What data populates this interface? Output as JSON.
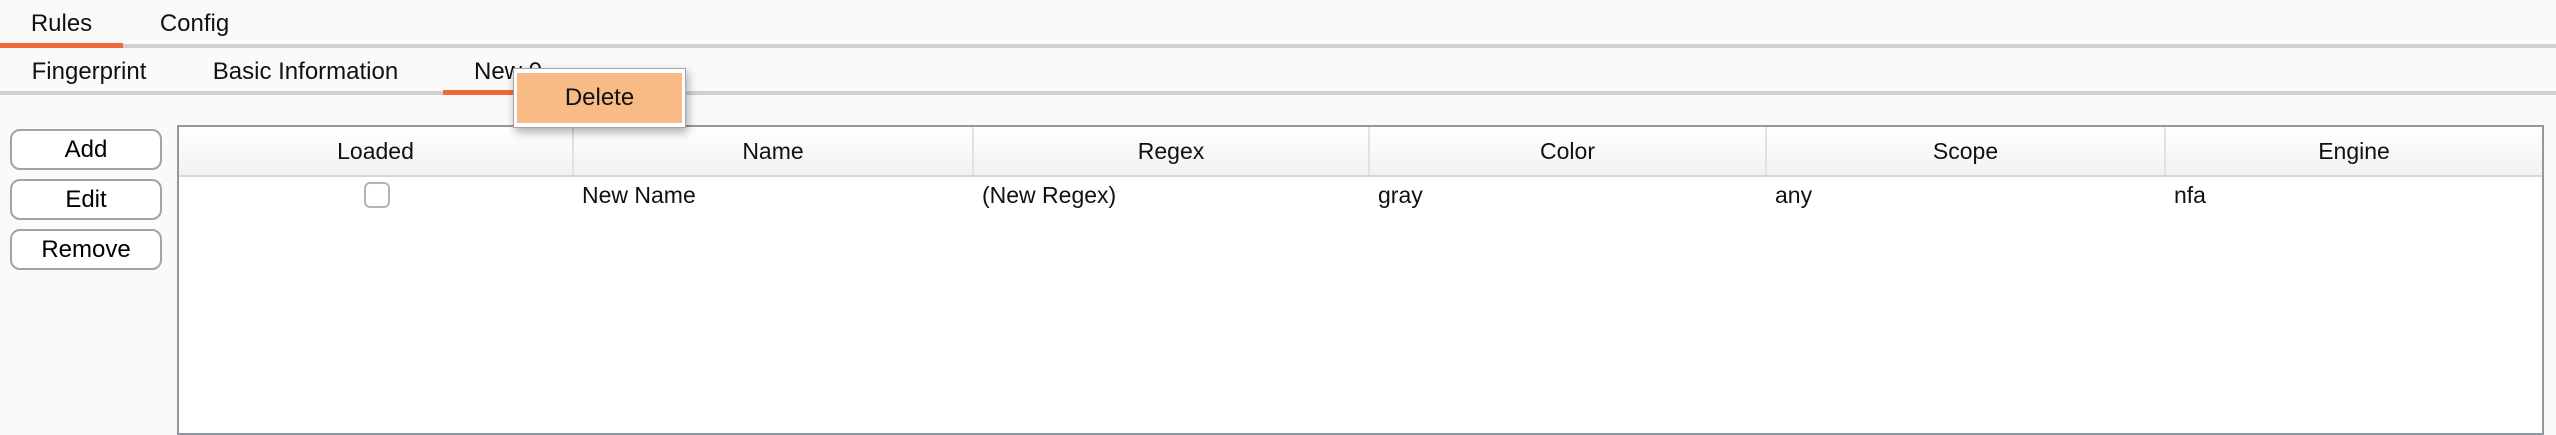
{
  "tabs": {
    "primary": [
      {
        "label": "Rules",
        "selected": true
      },
      {
        "label": "Config",
        "selected": false
      }
    ],
    "secondary": [
      {
        "label": "Fingerprint",
        "selected": false
      },
      {
        "label": "Basic Information",
        "selected": false
      },
      {
        "label": "New 0",
        "selected": true
      }
    ]
  },
  "context_menu": {
    "items": [
      {
        "label": "Delete",
        "highlighted": true
      }
    ]
  },
  "toolbar": {
    "add_label": "Add",
    "edit_label": "Edit",
    "remove_label": "Remove"
  },
  "table": {
    "columns": [
      "Loaded",
      "Name",
      "Regex",
      "Color",
      "Scope",
      "Engine"
    ],
    "rows": [
      {
        "loaded": false,
        "name": "New Name",
        "regex": "(New Regex)",
        "color": "gray",
        "scope": "any",
        "engine": "nfa"
      }
    ]
  },
  "colors": {
    "accent_orange": "#ed6a3c",
    "menu_highlight": "#f8bb86"
  }
}
